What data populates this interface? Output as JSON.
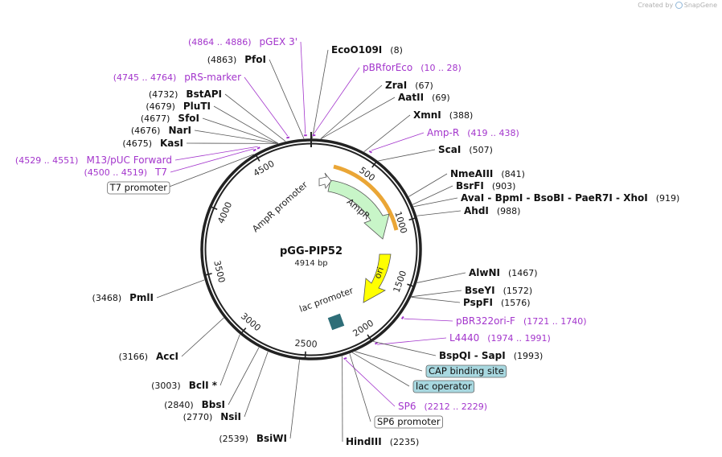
{
  "watermark": {
    "text": "Created by",
    "brand": "SnapGene"
  },
  "plasmid": {
    "name": "pGG-PIP52",
    "length": "4914 bp"
  },
  "ticks": [
    "500",
    "1000",
    "1500",
    "2000",
    "2500",
    "3000",
    "3500",
    "4000",
    "4500"
  ],
  "features": [
    {
      "label": "AmpR promoter"
    },
    {
      "label": "AmpR"
    },
    {
      "label": "ori"
    },
    {
      "label": "lac promoter"
    }
  ],
  "sites": [
    {
      "name": "EcoO109I",
      "pos": "(8)",
      "kind": "enzyme"
    },
    {
      "name": "pBRforEco",
      "pos": "(10 .. 28)",
      "kind": "primer"
    },
    {
      "name": "ZraI",
      "pos": "(67)",
      "kind": "enzyme"
    },
    {
      "name": "AatII",
      "pos": "(69)",
      "kind": "enzyme"
    },
    {
      "name": "XmnI",
      "pos": "(388)",
      "kind": "enzyme"
    },
    {
      "name": "Amp-R",
      "pos": "(419 .. 438)",
      "kind": "primer"
    },
    {
      "name": "ScaI",
      "pos": "(507)",
      "kind": "enzyme"
    },
    {
      "name": "NmeAIII",
      "pos": "(841)",
      "kind": "enzyme"
    },
    {
      "name": "BsrFI",
      "pos": "(903)",
      "kind": "enzyme"
    },
    {
      "name": "AvaI - BpmI - BsoBI - PaeR7I - XhoI",
      "pos": "(919)",
      "kind": "enzyme"
    },
    {
      "name": "AhdI",
      "pos": "(988)",
      "kind": "enzyme"
    },
    {
      "name": "AlwNI",
      "pos": "(1467)",
      "kind": "enzyme"
    },
    {
      "name": "BseYI",
      "pos": "(1572)",
      "kind": "enzyme"
    },
    {
      "name": "PspFI",
      "pos": "(1576)",
      "kind": "enzyme"
    },
    {
      "name": "pBR322ori-F",
      "pos": "(1721 .. 1740)",
      "kind": "primer"
    },
    {
      "name": "L4440",
      "pos": "(1974 .. 1991)",
      "kind": "primer"
    },
    {
      "name": "BspQI - SapI",
      "pos": "(1993)",
      "kind": "enzyme"
    },
    {
      "name": "CAP binding site",
      "pos": "",
      "kind": "boxcyan"
    },
    {
      "name": "lac operator",
      "pos": "",
      "kind": "boxcyan"
    },
    {
      "name": "SP6",
      "pos": "(2212 .. 2229)",
      "kind": "primer"
    },
    {
      "name": "SP6 promoter",
      "pos": "",
      "kind": "boxwhite"
    },
    {
      "name": "HindIII",
      "pos": "(2235)",
      "kind": "enzyme"
    },
    {
      "name": "BsiWI",
      "pos": "(2539)",
      "kind": "enzyme"
    },
    {
      "name": "NsiI",
      "pos": "(2770)",
      "kind": "enzyme"
    },
    {
      "name": "BbsI",
      "pos": "(2840)",
      "kind": "enzyme"
    },
    {
      "name": "BclI *",
      "pos": "(3003)",
      "kind": "enzyme"
    },
    {
      "name": "AccI",
      "pos": "(3166)",
      "kind": "enzyme"
    },
    {
      "name": "PmlI",
      "pos": "(3468)",
      "kind": "enzyme"
    },
    {
      "name": "T7 promoter",
      "pos": "",
      "kind": "boxwhite"
    },
    {
      "name": "T7",
      "pos": "(4500 .. 4519)",
      "kind": "primer"
    },
    {
      "name": "M13/pUC Forward",
      "pos": "(4529 .. 4551)",
      "kind": "primer"
    },
    {
      "name": "KasI",
      "pos": "(4675)",
      "kind": "enzyme"
    },
    {
      "name": "NarI",
      "pos": "(4676)",
      "kind": "enzyme"
    },
    {
      "name": "SfoI",
      "pos": "(4677)",
      "kind": "enzyme"
    },
    {
      "name": "PluTI",
      "pos": "(4679)",
      "kind": "enzyme"
    },
    {
      "name": "BstAPI",
      "pos": "(4732)",
      "kind": "enzyme"
    },
    {
      "name": "pRS-marker",
      "pos": "(4745 .. 4764)",
      "kind": "primer"
    },
    {
      "name": "PfoI",
      "pos": "(4863)",
      "kind": "enzyme"
    },
    {
      "name": "pGEX 3'",
      "pos": "(4864 .. 4886)",
      "kind": "primer"
    }
  ],
  "colors": {
    "primer": "#a335cc",
    "ampr": "#c8f5c8",
    "ori": "#ffff00",
    "boxcyan": "#a8d8e0",
    "highlight": "#e89c20"
  }
}
